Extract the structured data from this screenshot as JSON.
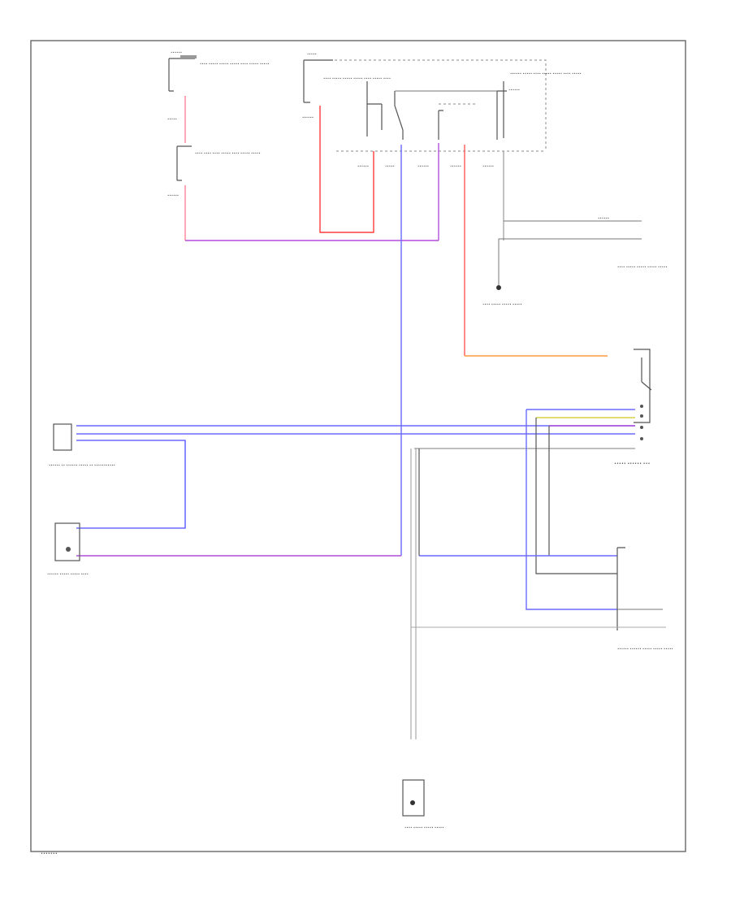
{
  "diagram": {
    "page_footer": "•••••••",
    "colors": {
      "red": "#ff3b3b",
      "violet": "#b04fd8",
      "blue": "#6a6aff",
      "orange": "#ff9a3c",
      "yellow": "#d8d04a",
      "gray": "#888888",
      "black": "#333333"
    },
    "components": [
      {
        "id": "fuse-top-left",
        "label": "•••• ••••• ••••• ••••• •••• ••••• •••••"
      },
      {
        "id": "relay-left",
        "label": "•••• •••• •••• ••••• •••• ••••• •••••"
      },
      {
        "id": "fuse-top-mid",
        "label": "•••• ••••• ••••• ••••• •••• ••••• ••••"
      },
      {
        "id": "main-relay",
        "label": "•••••• ••••• •••• ••••• ••••• •••• •••••"
      },
      {
        "id": "ground-mid",
        "label": "•••• ••••• ••••• •••••"
      },
      {
        "id": "right-connector",
        "label": "•••• ••••• ••••• ••••• •••••"
      },
      {
        "id": "blower-switch",
        "label": "••••• •••••• •••"
      },
      {
        "id": "left-connector",
        "label": "•••••• •• •••••• ••••• •• •••••••••••"
      },
      {
        "id": "blower-motor",
        "label": "•••••• ••••• ••••• ••••"
      },
      {
        "id": "blower-resistor",
        "label": "•••••• •••••• ••••• ••••• •••••"
      },
      {
        "id": "ground-bottom",
        "label": "•••• ••••• ••••• •••••"
      }
    ],
    "wire_labels": [
      "••••••",
      "•••••",
      "••••••",
      "•••••",
      "••••••",
      "••••••",
      "••••••",
      "•••••",
      "••••••",
      "••••••",
      "••••••",
      "••••••"
    ]
  }
}
